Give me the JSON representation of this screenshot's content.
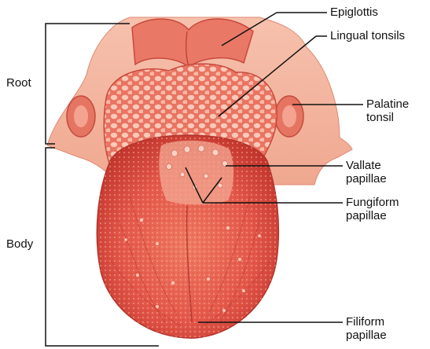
{
  "labels": {
    "epiglottis": "Epiglottis",
    "lingual_tonsils": "Lingual tonsils",
    "palatine_tonsil": "Palatine\ntonsil",
    "vallate_papillae": "Vallate\npapillae",
    "fungiform_papillae": "Fungiform\npapillae",
    "filiform_papillae": "Filiform\npapillae",
    "root": "Root",
    "body": "Body"
  },
  "colors": {
    "line": "#111111",
    "tongue_base": "#e8604f",
    "tongue_light": "#f6a190",
    "tongue_dark": "#c33a2f",
    "pink_tissue": "#f3b7a5",
    "papillae": "#f9c8b8"
  }
}
